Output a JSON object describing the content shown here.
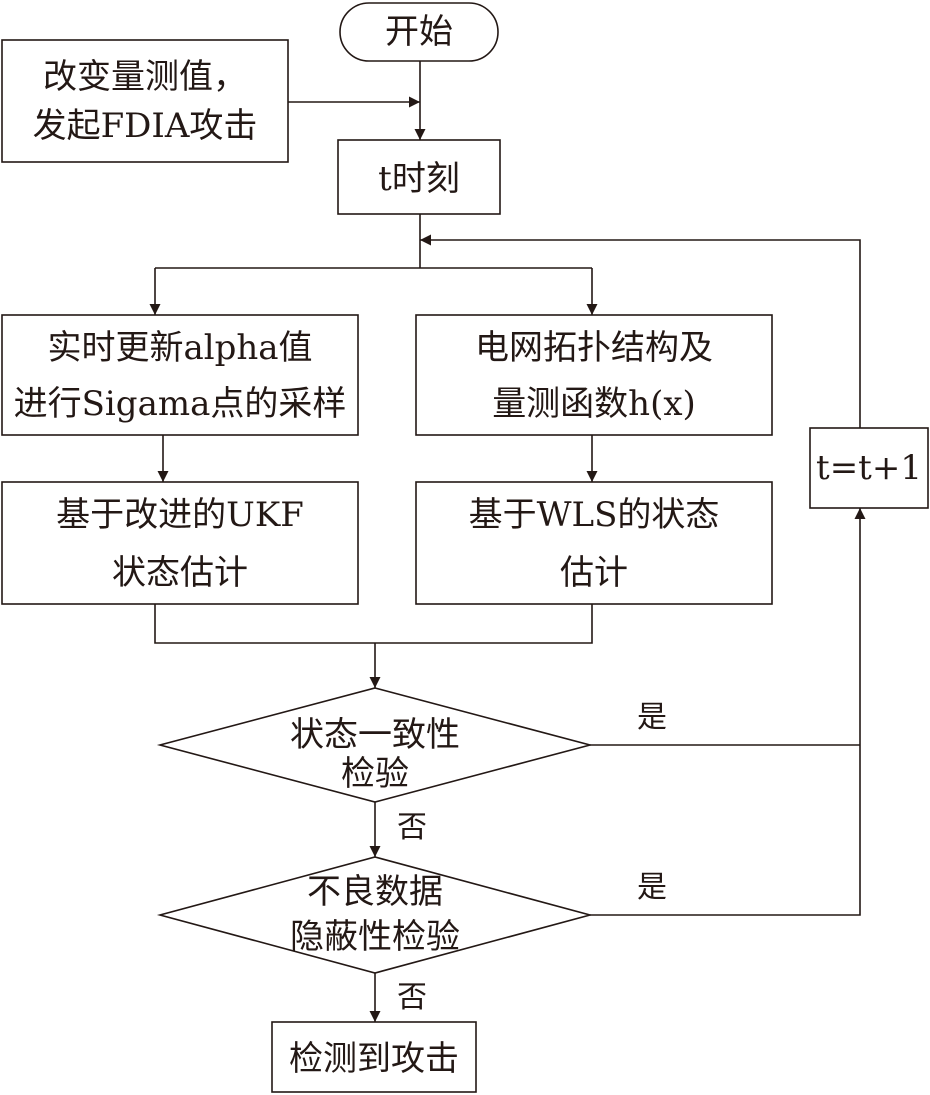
{
  "nodes": {
    "start": "开始",
    "attack_line1": "改变量测值，",
    "attack_line2": "发起FDIA攻击",
    "time_t": "t时刻",
    "ukf_sample_line1": "实时更新alpha值",
    "ukf_sample_line2": "进行Sigama点的采样",
    "topology_line1": "电网拓扑结构及",
    "topology_line2": "量测函数h(x)",
    "ukf_est_line1": "基于改进的UKF",
    "ukf_est_line2": "状态估计",
    "wls_est_line1": "基于WLS的状态",
    "wls_est_line2": "估计",
    "consistency_line1": "状态一致性",
    "consistency_line2": "检验",
    "baddata_line1": "不良数据",
    "baddata_line2": "隐蔽性检验",
    "detected": "检测到攻击",
    "increment": "t=t+1"
  },
  "edge_labels": {
    "consistency_yes": "是",
    "consistency_no": "否",
    "baddata_yes": "是",
    "baddata_no": "否"
  },
  "colors": {
    "stroke": "#231815",
    "background": "#ffffff"
  }
}
